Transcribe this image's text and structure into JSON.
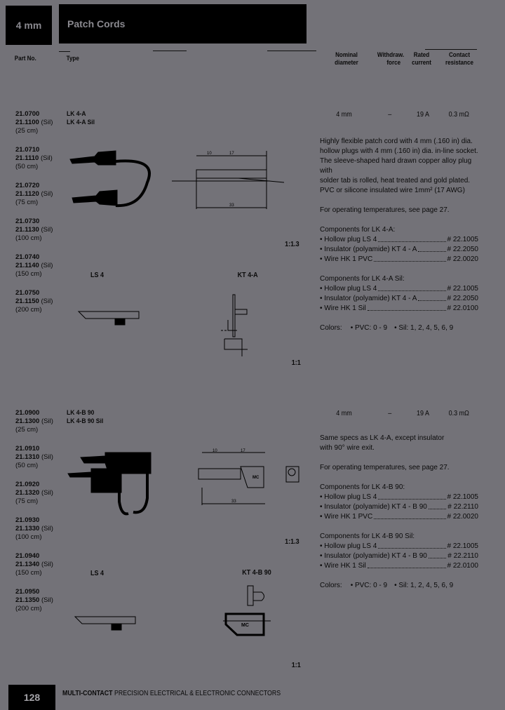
{
  "header": {
    "section": "4 mm",
    "title": "Patch Cords"
  },
  "columns": {
    "part_no": "Part No.",
    "type": "Type",
    "nominal_diameter": [
      "Nominal",
      "diameter"
    ],
    "withdraw_force": [
      "Withdraw.",
      "force"
    ],
    "rated_current": [
      "Rated",
      "current"
    ],
    "contact_resistance": [
      "Contact",
      "resistance"
    ]
  },
  "sections": [
    {
      "types": [
        "LK 4-A",
        "LK 4-A Sil"
      ],
      "parts": [
        {
          "pvc": "21.0700",
          "sil": "21.1100",
          "sil_tag": "(Sil)",
          "length": "(25 cm)"
        },
        {
          "pvc": "21.0710",
          "sil": "21.1110",
          "sil_tag": "(Sil)",
          "length": "(50 cm)"
        },
        {
          "pvc": "21.0720",
          "sil": "21.1120",
          "sil_tag": "(Sil)",
          "length": "(75 cm)"
        },
        {
          "pvc": "21.0730",
          "sil": "21.1130",
          "sil_tag": "(Sil)",
          "length": "(100 cm)"
        },
        {
          "pvc": "21.0740",
          "sil": "21.1140",
          "sil_tag": "(Sil)",
          "length": "(150 cm)"
        },
        {
          "pvc": "21.0750",
          "sil": "21.1150",
          "sil_tag": "(Sil)",
          "length": "(200 cm)"
        }
      ],
      "specs": {
        "diameter": "4 mm",
        "force": "–",
        "current": "19 A",
        "resistance": "0.3 mΩ"
      },
      "description": [
        "Highly flexible patch cord with 4 mm (.160 in) dia.",
        "hollow plugs with 4 mm (.160 in) dia. in-line socket.",
        "The sleeve-shaped hard drawn copper alloy plug with",
        "solder tab is rolled, heat treated and gold plated.",
        "PVC or silicone insulated wire 1mm² (17 AWG)"
      ],
      "temperature_note": "For operating temperatures, see page 27.",
      "components": [
        {
          "heading": "Components for LK 4-A:",
          "items": [
            {
              "name": "• Hollow plug LS 4",
              "number": "# 22.1005"
            },
            {
              "name": "• Insulator (polyamide) KT 4 - A",
              "number": "# 22.2050"
            },
            {
              "name": "• Wire HK 1 PVC",
              "number": "# 22.0020"
            }
          ]
        },
        {
          "heading": "Components for LK 4-A Sil:",
          "items": [
            {
              "name": "• Hollow plug LS 4",
              "number": "# 22.1005"
            },
            {
              "name": "• Insulator (polyamide) KT 4 - A",
              "number": "# 22.2050"
            },
            {
              "name": "• Wire HK 1 Sil",
              "number": "# 22.0100"
            }
          ]
        }
      ],
      "colors": {
        "label": "Colors:",
        "pvc": "• PVC: 0 - 9",
        "sil": "• Sil: 1, 2, 4, 5, 6, 9"
      },
      "drawing": {
        "scale_top": "1:1.3",
        "scale_bottom": "1:1",
        "plug_label": "LS 4",
        "insulator_label": "KT 4-A",
        "dims": [
          "10",
          "17",
          "33"
        ]
      }
    },
    {
      "types": [
        "LK 4-B 90",
        "LK 4-B 90 Sil"
      ],
      "parts": [
        {
          "pvc": "21.0900",
          "sil": "21.1300",
          "sil_tag": "(Sil)",
          "length": "(25 cm)"
        },
        {
          "pvc": "21.0910",
          "sil": "21.1310",
          "sil_tag": "(Sil)",
          "length": "(50 cm)"
        },
        {
          "pvc": "21.0920",
          "sil": "21.1320",
          "sil_tag": "(Sil)",
          "length": "(75 cm)"
        },
        {
          "pvc": "21.0930",
          "sil": "21.1330",
          "sil_tag": "(Sil)",
          "length": "(100 cm)"
        },
        {
          "pvc": "21.0940",
          "sil": "21.1340",
          "sil_tag": "(Sil)",
          "length": "(150 cm)"
        },
        {
          "pvc": "21.0950",
          "sil": "21.1350",
          "sil_tag": "(Sil)",
          "length": "(200 cm)"
        }
      ],
      "specs": {
        "diameter": "4 mm",
        "force": "–",
        "current": "19 A",
        "resistance": "0.3 mΩ"
      },
      "description": [
        "Same specs as LK 4-A, except insulator",
        "with 90° wire exit."
      ],
      "temperature_note": "For operating temperatures, see page 27.",
      "components": [
        {
          "heading": "Components for LK 4-B 90:",
          "items": [
            {
              "name": "• Hollow plug LS 4",
              "number": "# 22.1005"
            },
            {
              "name": "• Insulator (polyamide) KT 4 - B 90",
              "number": "# 22.2110"
            },
            {
              "name": "• Wire HK 1 PVC",
              "number": "# 22.0020"
            }
          ]
        },
        {
          "heading": "Components for LK 4-B 90 Sil:",
          "items": [
            {
              "name": "• Hollow plug LS 4",
              "number": "# 22.1005"
            },
            {
              "name": "• Insulator (polyamide) KT 4 - B 90",
              "number": "# 22.2110"
            },
            {
              "name": "• Wire HK 1 Sil",
              "number": "# 22.0100"
            }
          ]
        }
      ],
      "colors": {
        "label": "Colors:",
        "pvc": "• PVC: 0 - 9",
        "sil": "• Sil: 1, 2, 4, 5, 6, 9"
      },
      "drawing": {
        "scale_top": "1:1.3",
        "scale_bottom": "1:1",
        "plug_label": "LS 4",
        "insulator_label": "KT 4-B 90",
        "dims": [
          "10",
          "17",
          "33"
        ],
        "logo": "MC"
      }
    }
  ],
  "footer": {
    "page_number": "128",
    "brand": "MULTI-CONTACT",
    "tagline": "PRECISION ELECTRICAL & ELECTRONIC CONNECTORS"
  }
}
